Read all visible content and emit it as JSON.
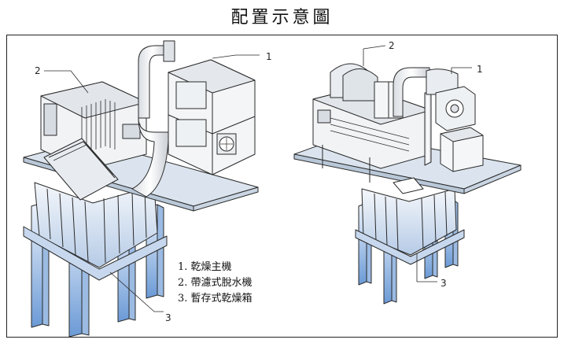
{
  "title": "配置示意圖",
  "callouts": {
    "left_1": "1",
    "left_2": "2",
    "left_3": "3",
    "right_1": "1",
    "right_2": "2",
    "right_3": "3"
  },
  "legend": [
    {
      "num": "1.",
      "label": "乾燥主機"
    },
    {
      "num": "2.",
      "label": "帶濾式脫水機"
    },
    {
      "num": "3.",
      "label": "暫存式乾燥箱"
    }
  ],
  "colors": {
    "leg_gradient_top": "#e9f1fb",
    "leg_gradient_bottom": "#6f9fd8",
    "platform": "#dde6f0",
    "machine": "#f2f4f6",
    "outline": "#2a2a2a"
  }
}
